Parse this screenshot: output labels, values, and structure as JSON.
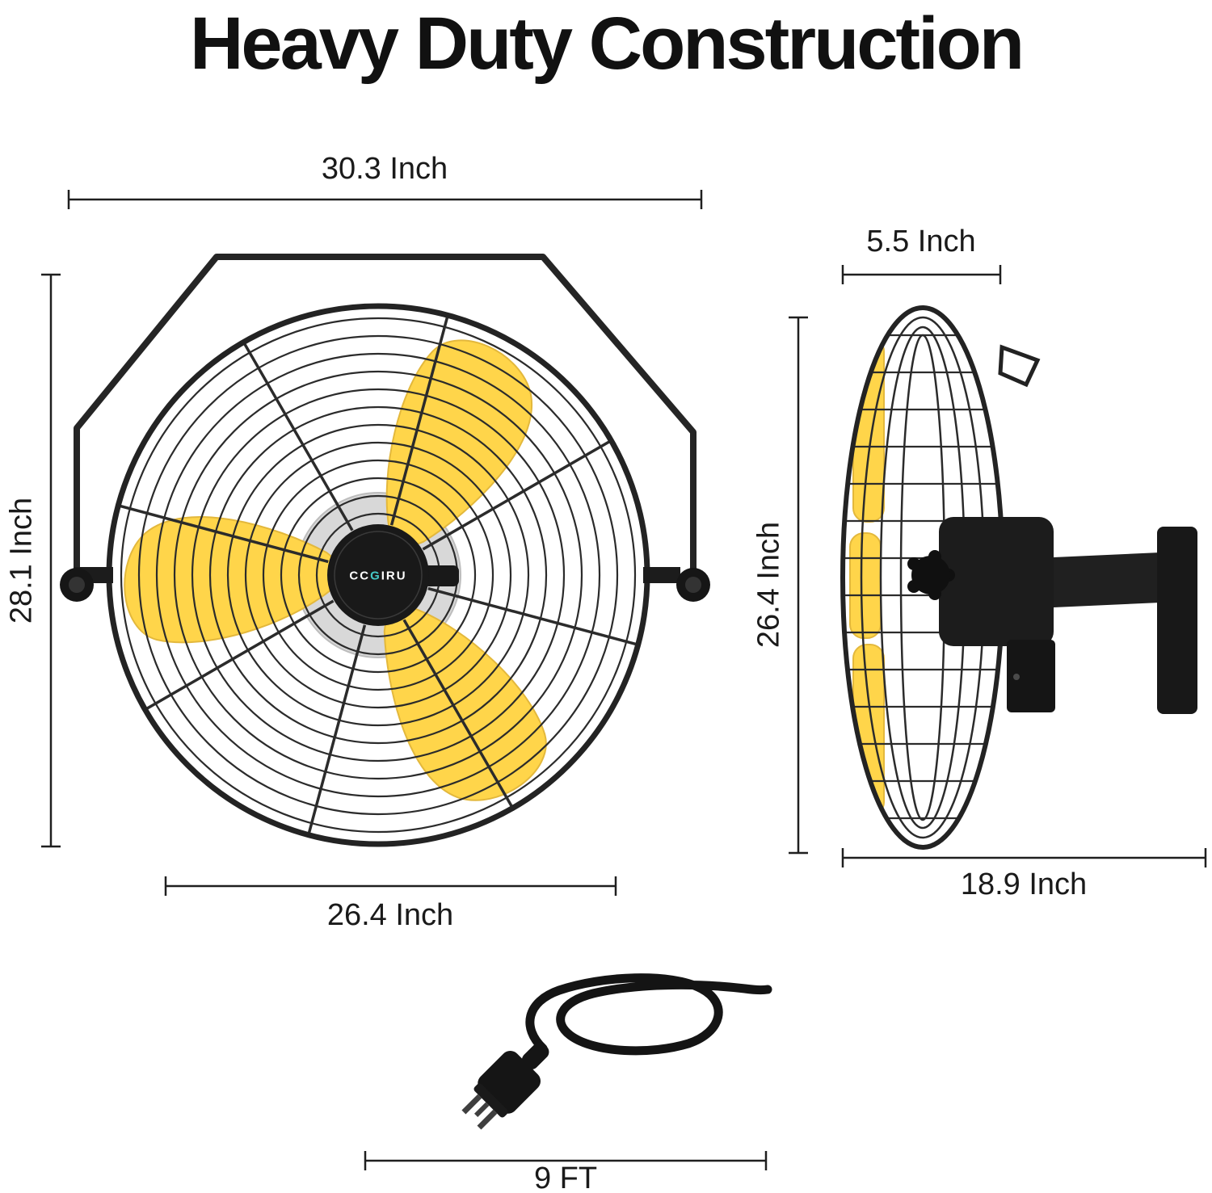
{
  "title": "Heavy Duty Construction",
  "brand": {
    "prefix": "CC",
    "accent": "G",
    "suffix": "IRU"
  },
  "front_view": {
    "overall_width": "30.3 Inch",
    "overall_height": "28.1 Inch",
    "blade_diameter": "26.4 Inch"
  },
  "side_view": {
    "cage_depth": "5.5 Inch",
    "overall_height": "26.4 Inch",
    "overall_depth": "18.9 Inch"
  },
  "power_cord": {
    "length": "9 FT"
  },
  "colors": {
    "blade_yellow": "#FFD54A",
    "frame_black": "#1f1f1f",
    "background": "#ffffff",
    "brand_accent": "#45c8c6",
    "motor_gray": "#d8d8d8"
  }
}
